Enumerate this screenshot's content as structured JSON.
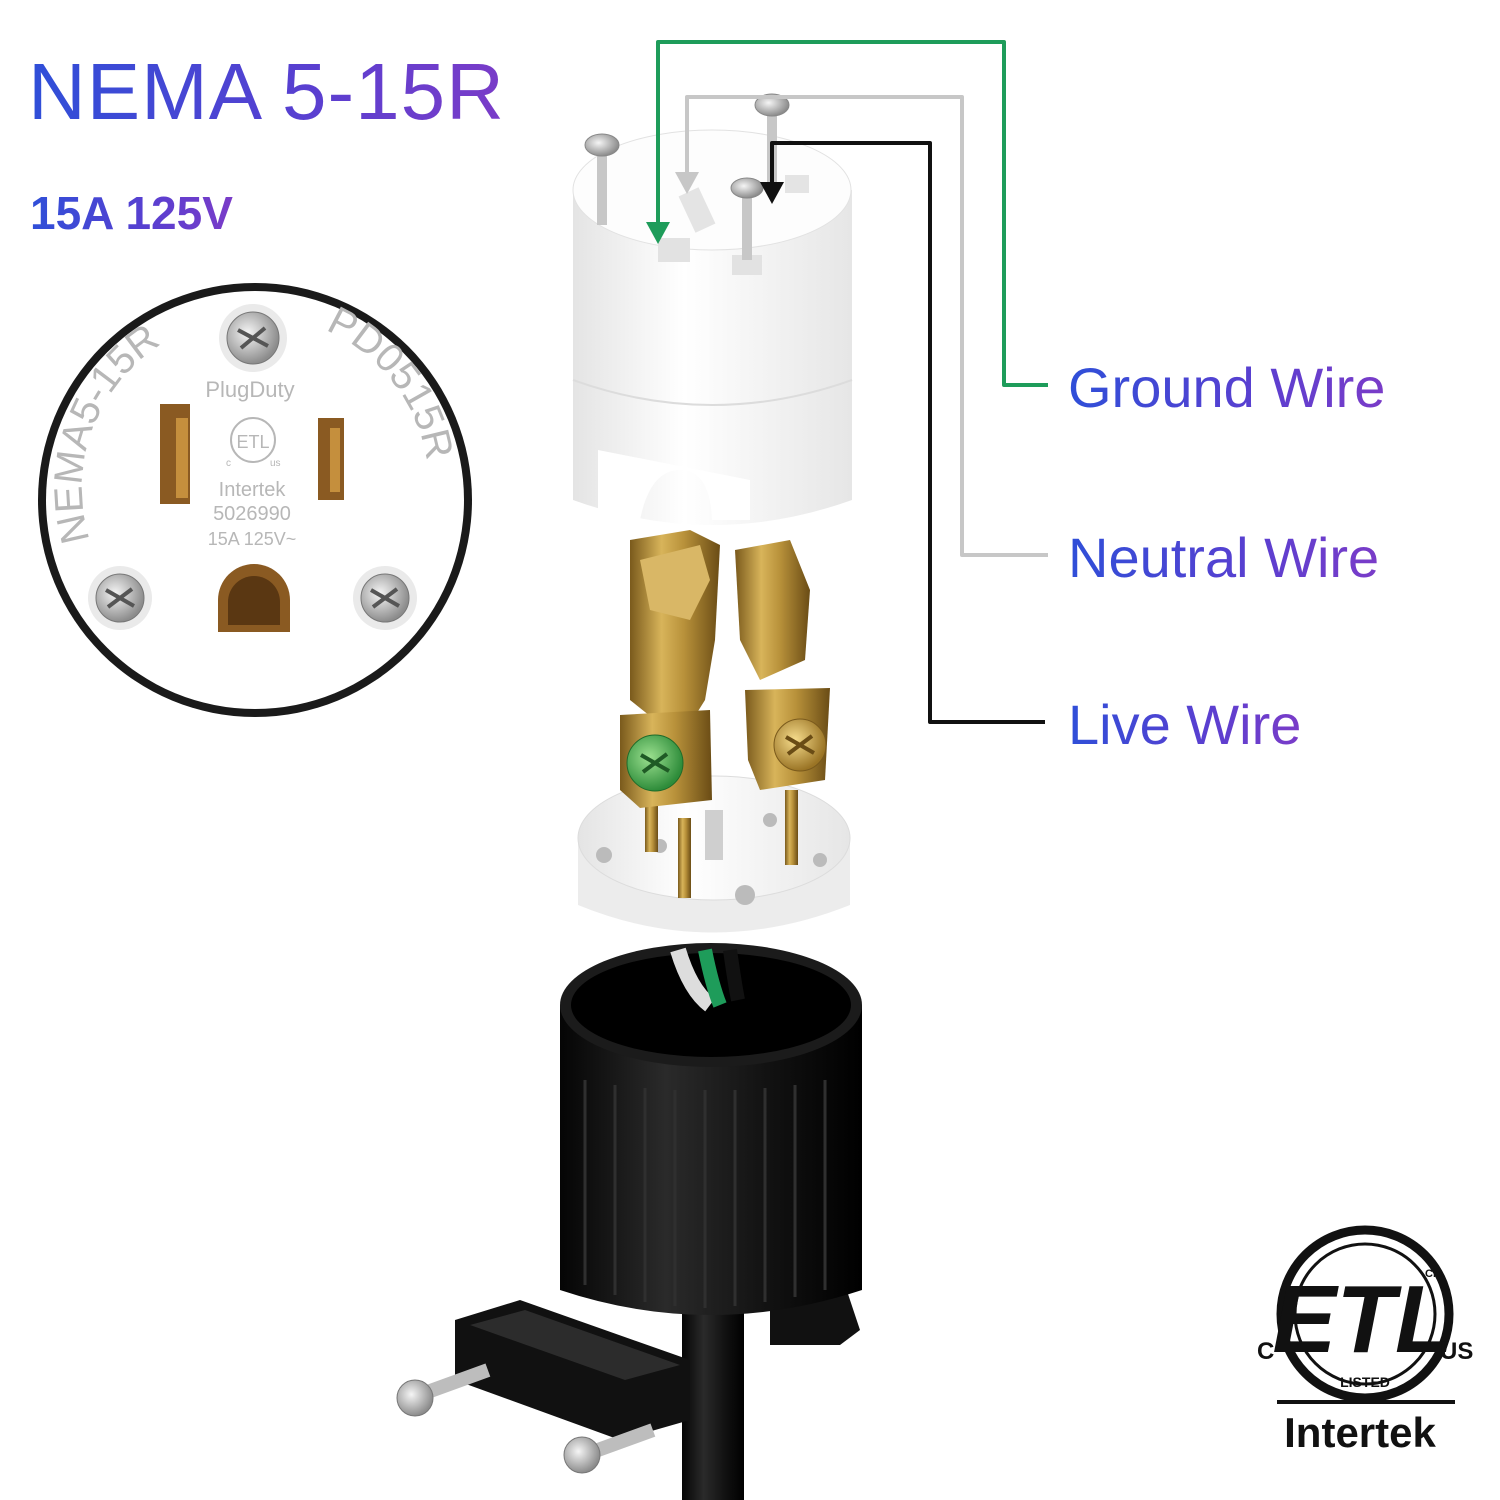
{
  "header": {
    "title": "NEMA 5-15R",
    "rating": "15A 125V"
  },
  "wire_labels": {
    "ground": "Ground Wire",
    "neutral": "Neutral Wire",
    "live": "Live Wire"
  },
  "wire_colors": {
    "ground": "#1e9c5a",
    "neutral": "#c7c7c7",
    "live": "#111111"
  },
  "receptacle_face": {
    "left_arc_text": "NEMA5-15R",
    "right_arc_text": "PD0515R",
    "brand": "PlugDuty",
    "lab": "Intertek",
    "control_number": "5026990",
    "face_rating": "15A 125V~",
    "mark_small": "ETL",
    "mark_c": "c",
    "mark_us": "us"
  },
  "certification": {
    "mark": "ETL",
    "cm": "CM",
    "c": "C",
    "us": "US",
    "listed": "LISTED",
    "brand": "Intertek"
  },
  "colors": {
    "title_gradient": [
      "#2f4fd8",
      "#7a3cc8"
    ],
    "brass": "#b8913a",
    "cap_black": "#111111",
    "body_white": "#f2f2f2"
  }
}
